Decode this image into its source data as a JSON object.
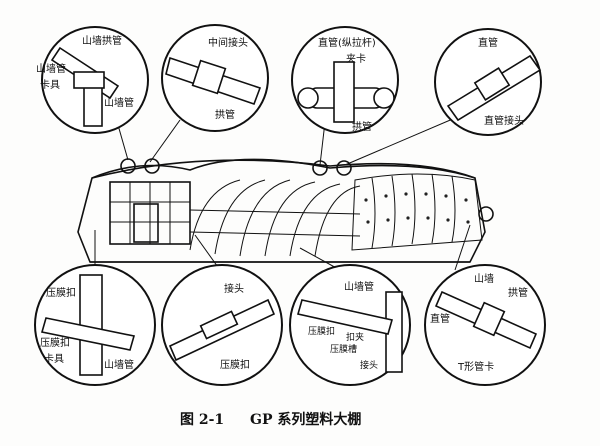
{
  "caption": {
    "number": "图 2-1",
    "title": "GP 系列塑料大棚"
  },
  "callouts": {
    "top_1": {
      "a": "山墙拱管",
      "b": "山墙管",
      "c": "卡具",
      "d": "山墙管"
    },
    "top_2": {
      "a": "中间接头",
      "b": "拱管"
    },
    "top_3": {
      "a": "直管(纵拉杆)",
      "b": "夹卡",
      "c": "拱管"
    },
    "top_4": {
      "a": "直管",
      "b": "直管接头"
    },
    "bot_1": {
      "a": "压膜扣",
      "b": "压膜扣",
      "c": "卡具",
      "d": "山墙管"
    },
    "bot_2": {
      "a": "接头",
      "b": "压膜扣"
    },
    "bot_3": {
      "a": "山墙管",
      "b": "压膜扣",
      "c": "压膜槽",
      "d": "扣夹",
      "e": "接头"
    },
    "bot_4": {
      "a": "山墙",
      "b": "拱管",
      "c": "直管",
      "d": "T形管卡"
    }
  }
}
